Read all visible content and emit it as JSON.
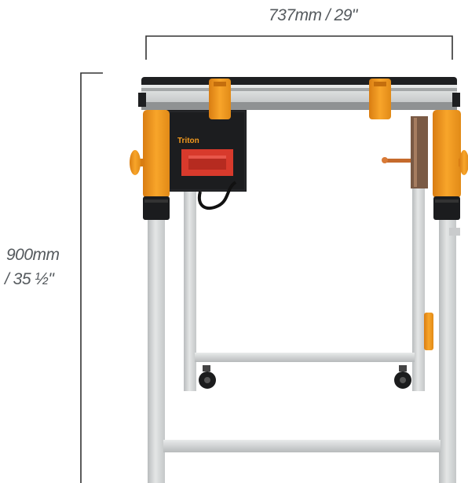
{
  "dimensions": {
    "width_label": "737mm / 29\"",
    "height_label_line1": "900mm",
    "height_label_line2": "/ 35 ½\""
  },
  "product": {
    "brand_text": "Triton"
  },
  "colors": {
    "frame": "#d6d8d8",
    "accent_orange": "#f39a1e",
    "dark": "#1e1f21",
    "switch_red": "#d83a2c",
    "dimension_line": "#333333"
  }
}
